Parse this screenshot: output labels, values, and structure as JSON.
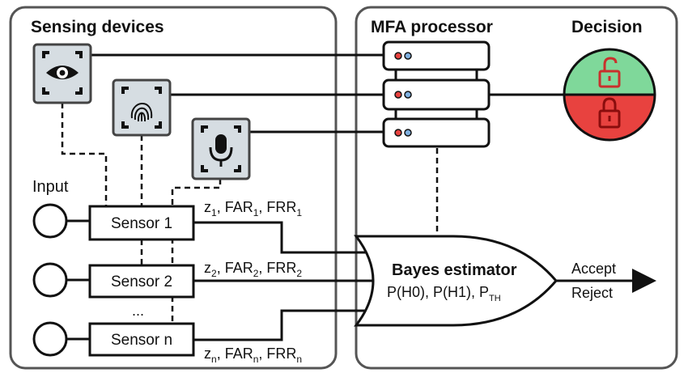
{
  "panels": {
    "sensing_title": "Sensing devices",
    "processor_title": "MFA processor",
    "decision_title": "Decision"
  },
  "input_label": "Input",
  "sensors": [
    {
      "label": "Sensor 1",
      "z": "z",
      "z_sub": "1",
      "far": "FAR",
      "far_sub": "1",
      "frr": "FRR",
      "frr_sub": "1"
    },
    {
      "label": "Sensor 2",
      "z": "z",
      "z_sub": "2",
      "far": "FAR",
      "far_sub": "2",
      "frr": "FRR",
      "frr_sub": "2"
    },
    {
      "label": "Sensor n",
      "z": "z",
      "z_sub": "n",
      "far": "FAR",
      "far_sub": "n",
      "frr": "FRR",
      "frr_sub": "n"
    }
  ],
  "ellipsis": "...",
  "estimator": {
    "title": "Bayes estimator",
    "params": "P(H0), P(H1), P",
    "params_sub": "TH"
  },
  "output": {
    "accept": "Accept",
    "reject": "Reject"
  },
  "devices": [
    "eye-scanner-icon",
    "fingerprint-scanner-icon",
    "microphone-scanner-icon"
  ],
  "colors": {
    "accept": "#7fd89a",
    "reject": "#e8423f",
    "panel_border": "#555555"
  }
}
